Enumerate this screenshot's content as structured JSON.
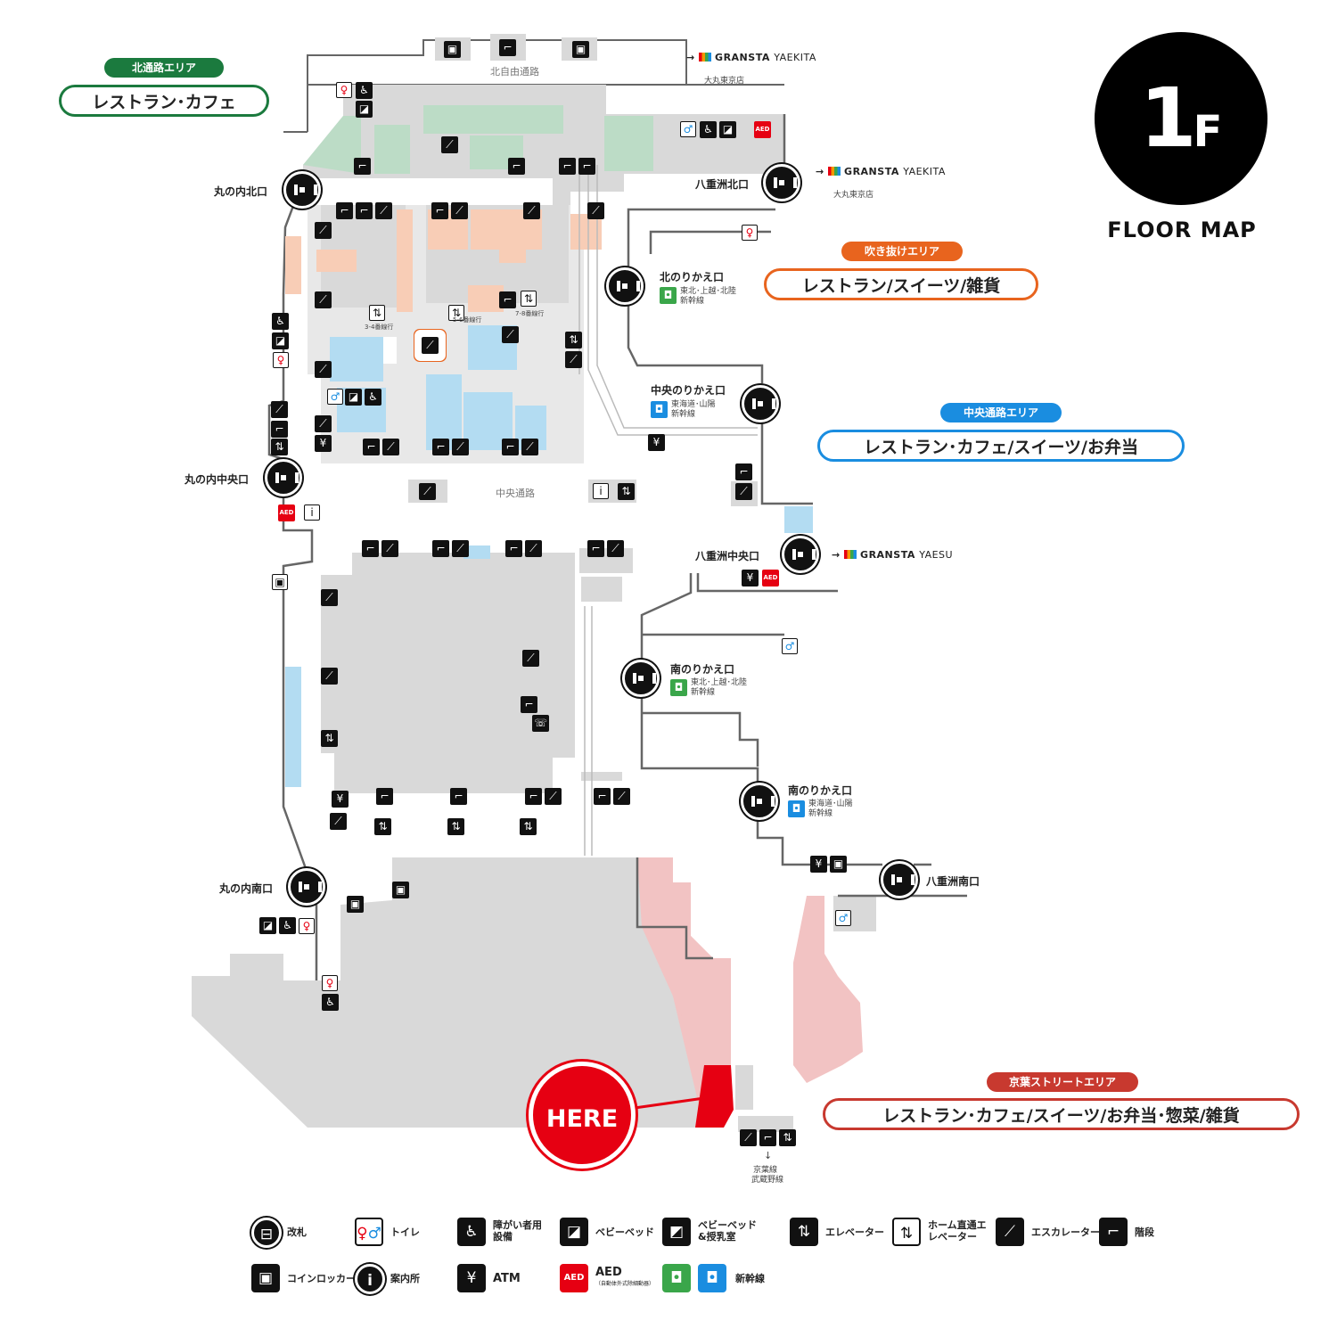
{
  "floor": {
    "number": "1",
    "suffix": "F",
    "caption": "FLOOR MAP"
  },
  "here_label": "HERE",
  "areas": {
    "north": {
      "tag": "北通路エリア",
      "box": "レストラン･カフェ",
      "color": "#1b7a3e"
    },
    "atrium": {
      "tag": "吹き抜けエリア",
      "box": "レストラン/スイーツ/雑貨",
      "color": "#e8641e"
    },
    "central": {
      "tag": "中央通路エリア",
      "box": "レストラン･カフェ/スイーツ/お弁当",
      "color": "#1a8de0"
    },
    "keiyo": {
      "tag": "京葉ストリートエリア",
      "box": "レストラン･カフェ/スイーツ/お弁当･惣菜/雑貨",
      "color": "#c8392f"
    }
  },
  "gates": {
    "marunouchi_north": "丸の内北口",
    "marunouchi_central": "丸の内中央口",
    "marunouchi_south": "丸の内南口",
    "yaesu_north": "八重洲北口",
    "yaesu_central": "八重洲中央口",
    "yaesu_south": "八重洲南口",
    "north_transfer": "北のりかえ口",
    "central_transfer": "中央のりかえ口",
    "south_transfer_1": "南のりかえ口",
    "south_transfer_2": "南のりかえ口"
  },
  "shinkansen_lines": {
    "tohoku": "東北･上越･北陸 新幹線",
    "tokaido": "東海道･山陽 新幹線"
  },
  "corridors": {
    "north_free": "北自由通路",
    "central": "中央通路"
  },
  "platform_elevators": {
    "p34": "3-4番線行",
    "p56": "5-6番線行",
    "p78": "7-8番線行"
  },
  "keiyo_line": {
    "arrow": "↓",
    "line1": "京葉線",
    "line2": "武蔵野線"
  },
  "brands": {
    "yaekita_1": {
      "name": "GRANSTA",
      "suffix": "YAEKITA",
      "store": "大丸東京店"
    },
    "yaekita_2": {
      "name": "GRANSTA",
      "suffix": "YAEKITA",
      "store": "大丸東京店"
    },
    "yaesu": {
      "name": "GRANSTA",
      "suffix": "YAESU"
    }
  },
  "legend": [
    {
      "icon": "ticket-gate-icon",
      "label": "改札"
    },
    {
      "icon": "toilet-icon",
      "label": "トイレ"
    },
    {
      "icon": "accessible-facility-icon",
      "label": "障がい者用設備"
    },
    {
      "icon": "baby-bed-icon",
      "label": "ベビーベッド"
    },
    {
      "icon": "nursing-room-icon",
      "label": "ベビーベッド&授乳室"
    },
    {
      "icon": "elevator-icon",
      "label": "エレベーター"
    },
    {
      "icon": "platform-elevator-icon",
      "label": "ホーム直通エレベーター"
    },
    {
      "icon": "escalator-icon",
      "label": "エスカレーター"
    },
    {
      "icon": "stairs-icon",
      "label": "階段"
    },
    {
      "icon": "coin-locker-icon",
      "label": "コインロッカー"
    },
    {
      "icon": "information-icon",
      "label": "案内所"
    },
    {
      "icon": "atm-icon",
      "label": "ATM"
    },
    {
      "icon": "aed-icon",
      "label": "AED",
      "sub": "（自動体外式除細動器）"
    },
    {
      "icon": "shinkansen-icon",
      "label": "新幹線"
    }
  ],
  "colors": {
    "shop_gray": "#d9d9d9",
    "restaurant_salmon": "#f8cdb6",
    "sweets_blue": "#b3dcf2",
    "north_green": "#bcdcc6",
    "keiyo_pink": "#f2c3c3",
    "here_red": "#e60012"
  }
}
